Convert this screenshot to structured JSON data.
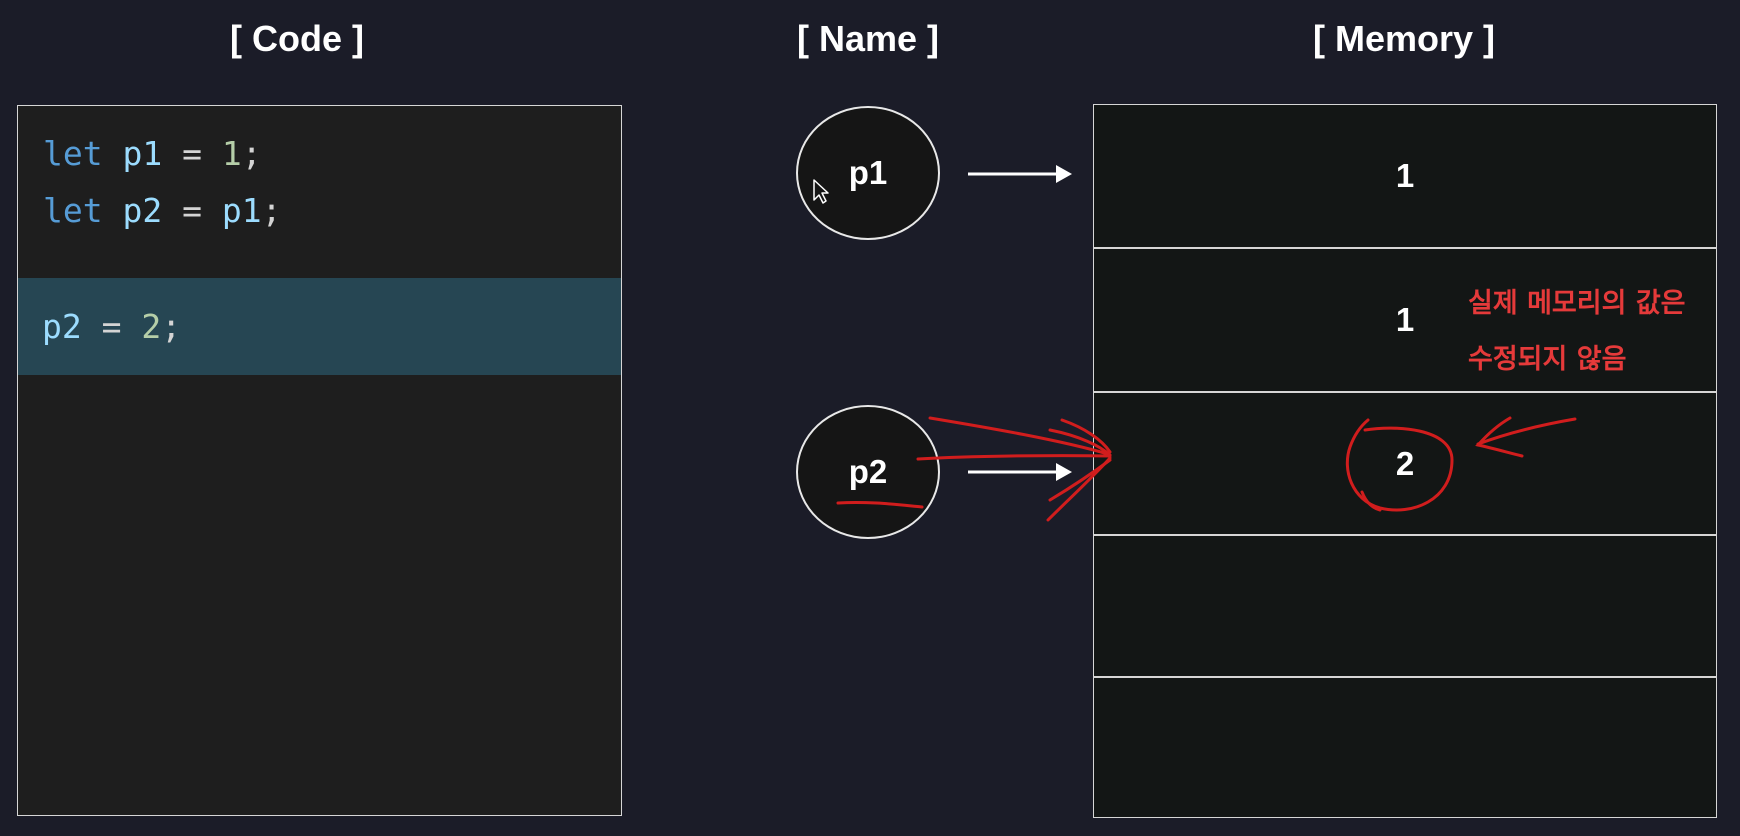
{
  "titles": {
    "code": "[ Code ]",
    "name": "[ Name ]",
    "memory": "[ Memory ]"
  },
  "code_lines": [
    {
      "kw": "let",
      "var": "p1",
      "op": "=",
      "val": "1",
      "end": ";"
    },
    {
      "kw": "let",
      "var": "p2",
      "op": "=",
      "val": "p1",
      "end": ";"
    },
    {
      "var": "p2",
      "op": "=",
      "val": "2",
      "end": ";"
    }
  ],
  "names": [
    "p1",
    "p2"
  ],
  "memory_cells": [
    "1",
    "1",
    "2",
    "",
    ""
  ],
  "annotation": {
    "line1": "실제 메모리의 값은",
    "line2": "수정되지 않음"
  },
  "colors": {
    "background": "#1b1c28",
    "code_highlight": "#264653",
    "keyword": "#569cd6",
    "variable": "#9cdcfe",
    "number": "#b5cea8",
    "annotation": "#e53a3a"
  }
}
